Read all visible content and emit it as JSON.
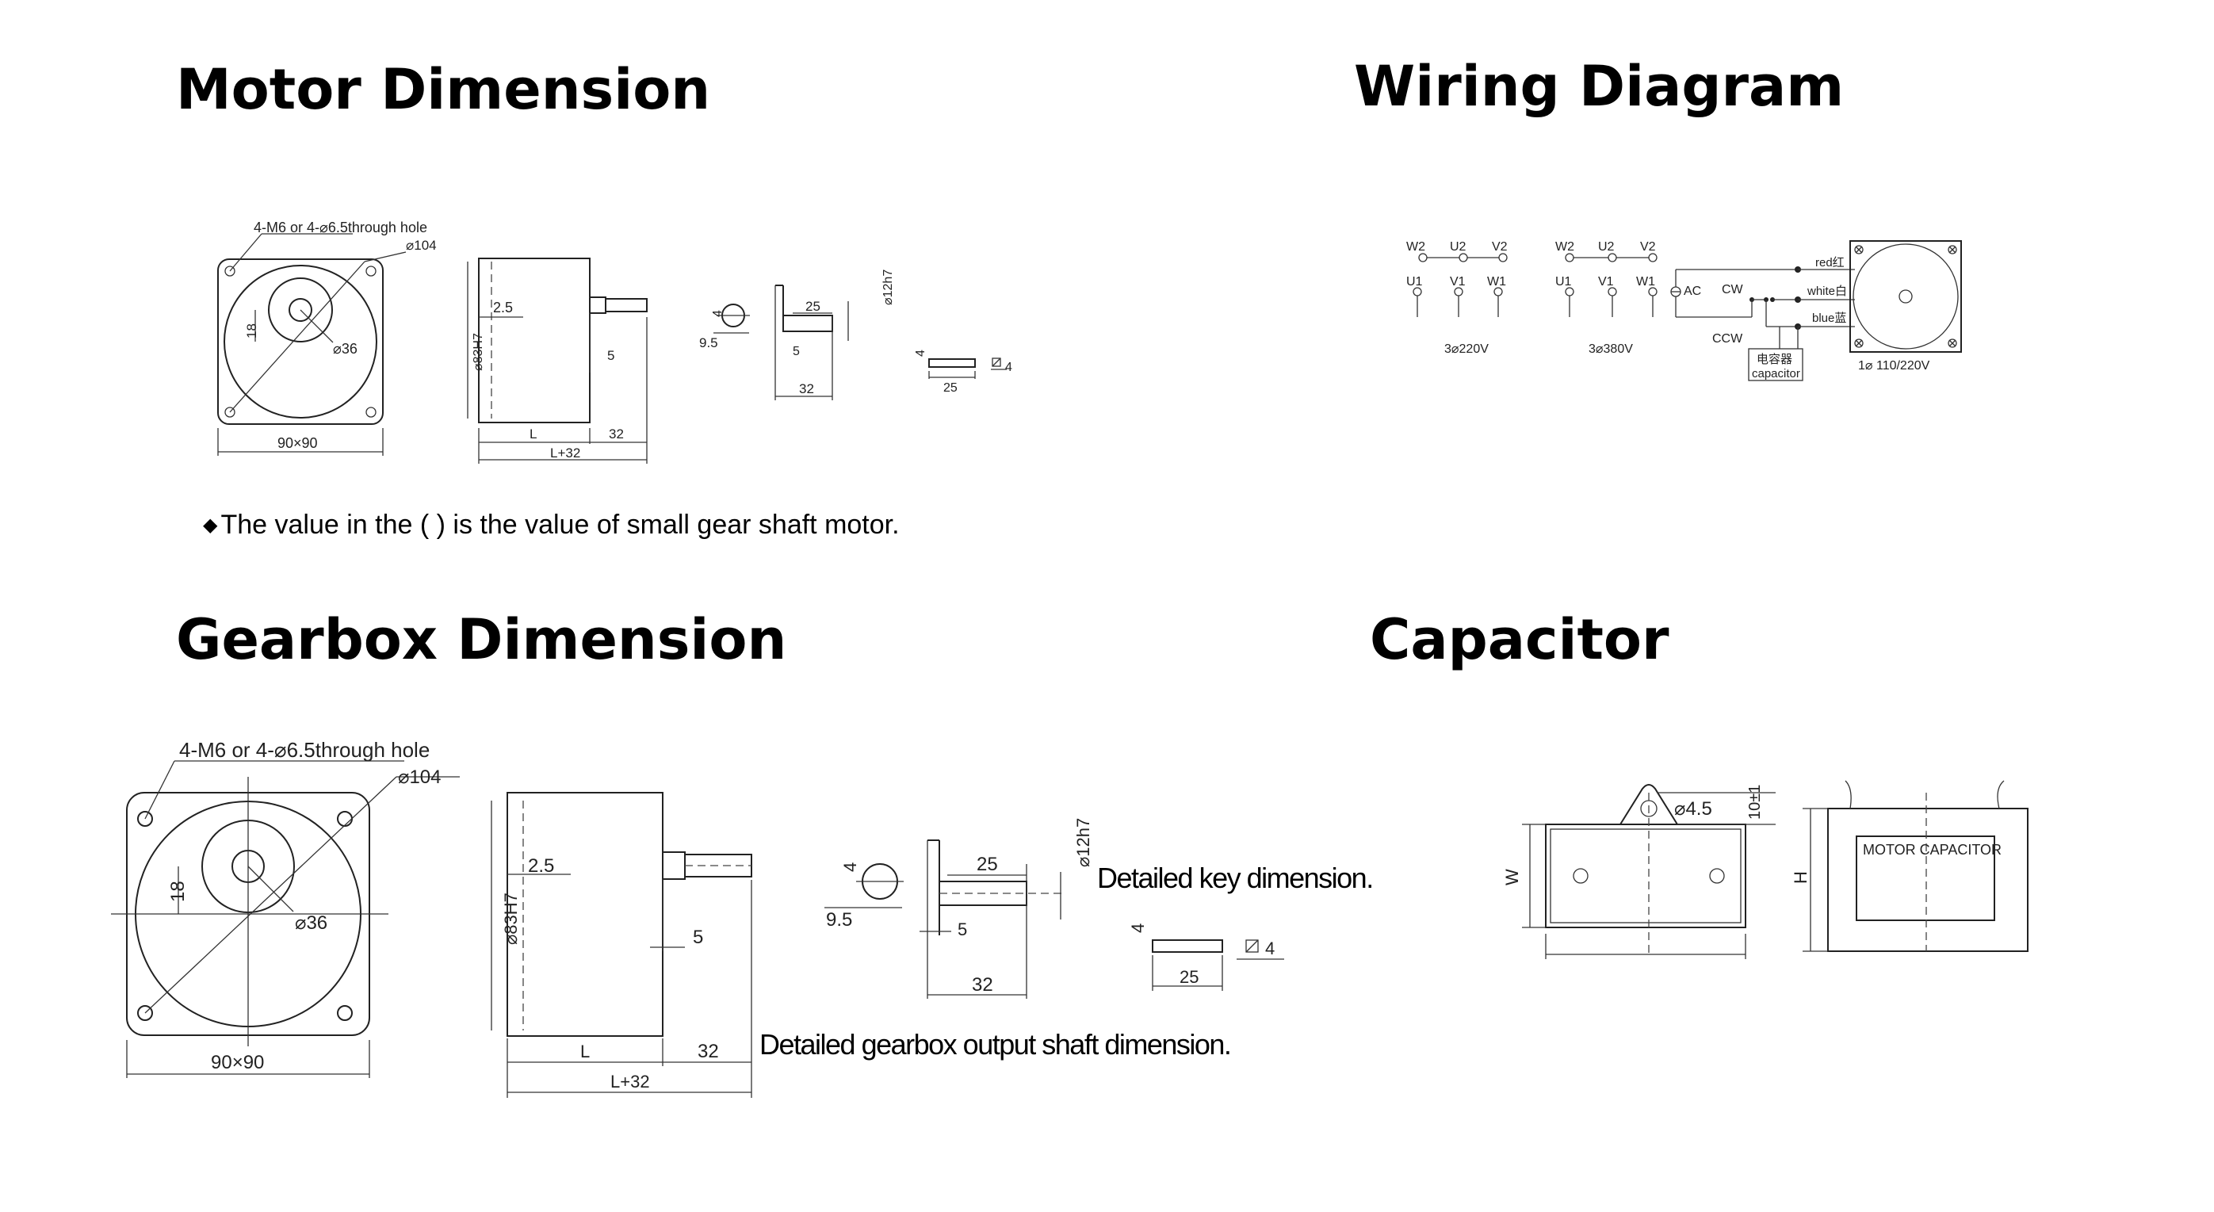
{
  "sections": {
    "motor": {
      "title": "Motor Dimension",
      "note_bullet": "◆",
      "note": "The value in the ( ) is the value of small gear shaft motor.",
      "labels": {
        "hole": "4-M6 or 4-⌀6.5through hole",
        "d104": "⌀104",
        "d36": "⌀36",
        "h18": "18",
        "size": "90×90",
        "d83": "⌀83H7",
        "c25": "2.5",
        "five": "5",
        "L": "L",
        "n32": "32",
        "L32": "L+32",
        "key4": "4",
        "key95": "9.5",
        "shaft25": "25",
        "d12": "⌀12h7",
        "shaft5": "5",
        "shaft32": "32",
        "k4": "4",
        "k25": "25",
        "k4b": "4"
      }
    },
    "wiring": {
      "title": "Wiring Diagram",
      "labels": {
        "W2": "W2",
        "U2": "U2",
        "V2": "V2",
        "U1": "U1",
        "V1": "V1",
        "W1": "W1",
        "v220": "3⌀220V",
        "v380": "3⌀380V",
        "ac": "AC",
        "cw": "CW",
        "ccw": "CCW",
        "red": "red红",
        "white": "white白",
        "blue": "blue蓝",
        "cap_cn": "电容器",
        "cap": "capacitor",
        "single": "1⌀  110/220V"
      }
    },
    "gearbox": {
      "title": "Gearbox Dimension",
      "caption_key": "Detailed key dimension.",
      "caption_shaft": "Detailed gearbox output shaft dimension.",
      "labels": {
        "hole": "4-M6 or 4-⌀6.5through hole",
        "d104": "⌀104",
        "d36": "⌀36",
        "h18": "18",
        "size": "90×90",
        "d83": "⌀83H7",
        "c25": "2.5",
        "five": "5",
        "L": "L",
        "n32": "32",
        "L32": "L+32",
        "key4": "4",
        "key95": "9.5",
        "shaft25": "25",
        "d12": "⌀12h7",
        "shaft5": "5",
        "shaft32": "32",
        "k4": "4",
        "k25": "25",
        "k4b": "4"
      }
    },
    "capacitor": {
      "title": "Capacitor",
      "labels": {
        "d45": "⌀4.5",
        "ten": "10±1",
        "W": "W",
        "H": "H",
        "motor_cap": "MOTOR CAPACITOR"
      }
    }
  }
}
